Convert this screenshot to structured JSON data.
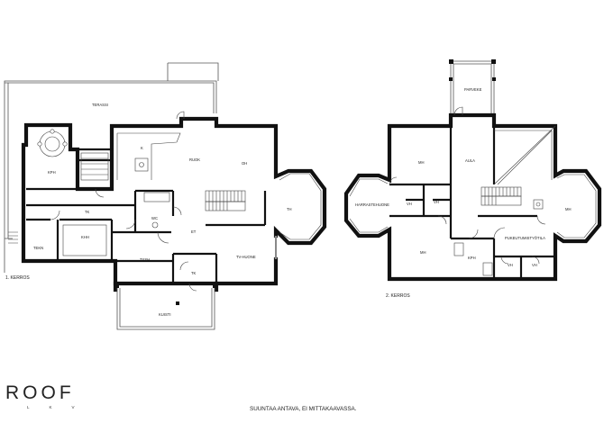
{
  "brand": {
    "name": "ROOF",
    "sub": "LKV"
  },
  "footer": {
    "note": "SUUNTAA ANTAVA, EI MITTAKAAVASSA."
  },
  "floors": [
    {
      "label": "1. KERROS",
      "rooms": {
        "terassi": "TERASSI",
        "kph": "KPH",
        "k": "K",
        "ruok": "RUOK",
        "oh": "OH",
        "tk_hall": "TK",
        "wc": "WC",
        "th": "TH",
        "tekn": "TEKN",
        "khh": "KHH",
        "et": "ET",
        "tysh": "TYSH",
        "tk_small": "TK",
        "tv_huone": "TV-HUONE",
        "kuisti": "KUISTI"
      }
    },
    {
      "label": "2. KERROS",
      "rooms": {
        "parveke": "PARVEKE",
        "mh1": "MH",
        "aula": "AULA",
        "harrastehuone": "HARRASTEHUONE",
        "vh1": "VH",
        "vh2": "VH",
        "mh2": "MH",
        "mh3": "MH",
        "kph": "KPH",
        "pukeutumistyotila": "PUKEUTUMISTYÖTILA",
        "vh3": "VH",
        "vh4": "VH"
      }
    }
  ]
}
